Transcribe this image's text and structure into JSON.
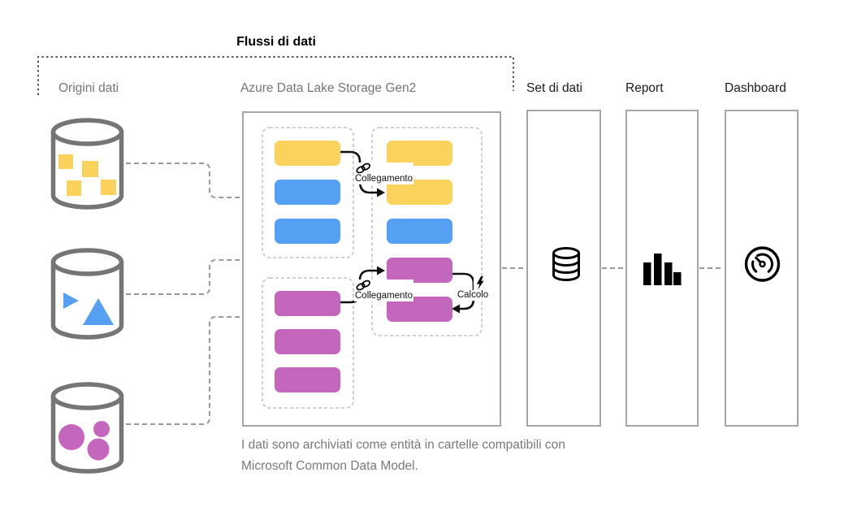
{
  "header": {
    "title": "Flussi di dati"
  },
  "columns": {
    "origins_label": "Origini dati",
    "adls_label": "Azure Data Lake Storage Gen2",
    "dataset_label": "Set di dati",
    "report_label": "Report",
    "dashboard_label": "Dashboard"
  },
  "annotations": {
    "link1_label": "Collegamento",
    "link2_label": "Collegamento",
    "compute_label": "Calcolo"
  },
  "caption": {
    "line1": "I dati sono archiviati come entità in cartelle compatibili con",
    "line2": "Microsoft Common Data Model."
  },
  "adls": {
    "groups": [
      {
        "id": "left-top",
        "entities": [
          "yellow",
          "blue",
          "blue"
        ]
      },
      {
        "id": "left-bottom",
        "entities": [
          "pink",
          "pink",
          "pink"
        ]
      },
      {
        "id": "right",
        "entities": [
          "yellow",
          "yellow",
          "blue",
          "pink",
          "pink"
        ]
      }
    ]
  },
  "sources": [
    {
      "shape": "squares",
      "color": "yellow"
    },
    {
      "shape": "triangles",
      "color": "blue"
    },
    {
      "shape": "circles",
      "color": "pink"
    }
  ],
  "palette": {
    "yellow": "#FBD35C",
    "blue": "#55A0F2",
    "pink": "#C566BD",
    "cylinder_gray": "#757575",
    "box_border_gray": "#A6A6A6",
    "dashed_light_gray": "#CBCBCB",
    "connector_gray": "#9A9A9A",
    "bracket_gray": "#595959",
    "label_gray": "#767676",
    "label_dark": "#1C1C1C",
    "arrow_black": "#111111"
  },
  "icons": {
    "dataset": "database-icon",
    "report": "bar-chart-icon",
    "dashboard": "gauge-icon",
    "link": "chain-link-icon",
    "compute": "lightning-icon",
    "source": "database-cylinder-icon"
  }
}
